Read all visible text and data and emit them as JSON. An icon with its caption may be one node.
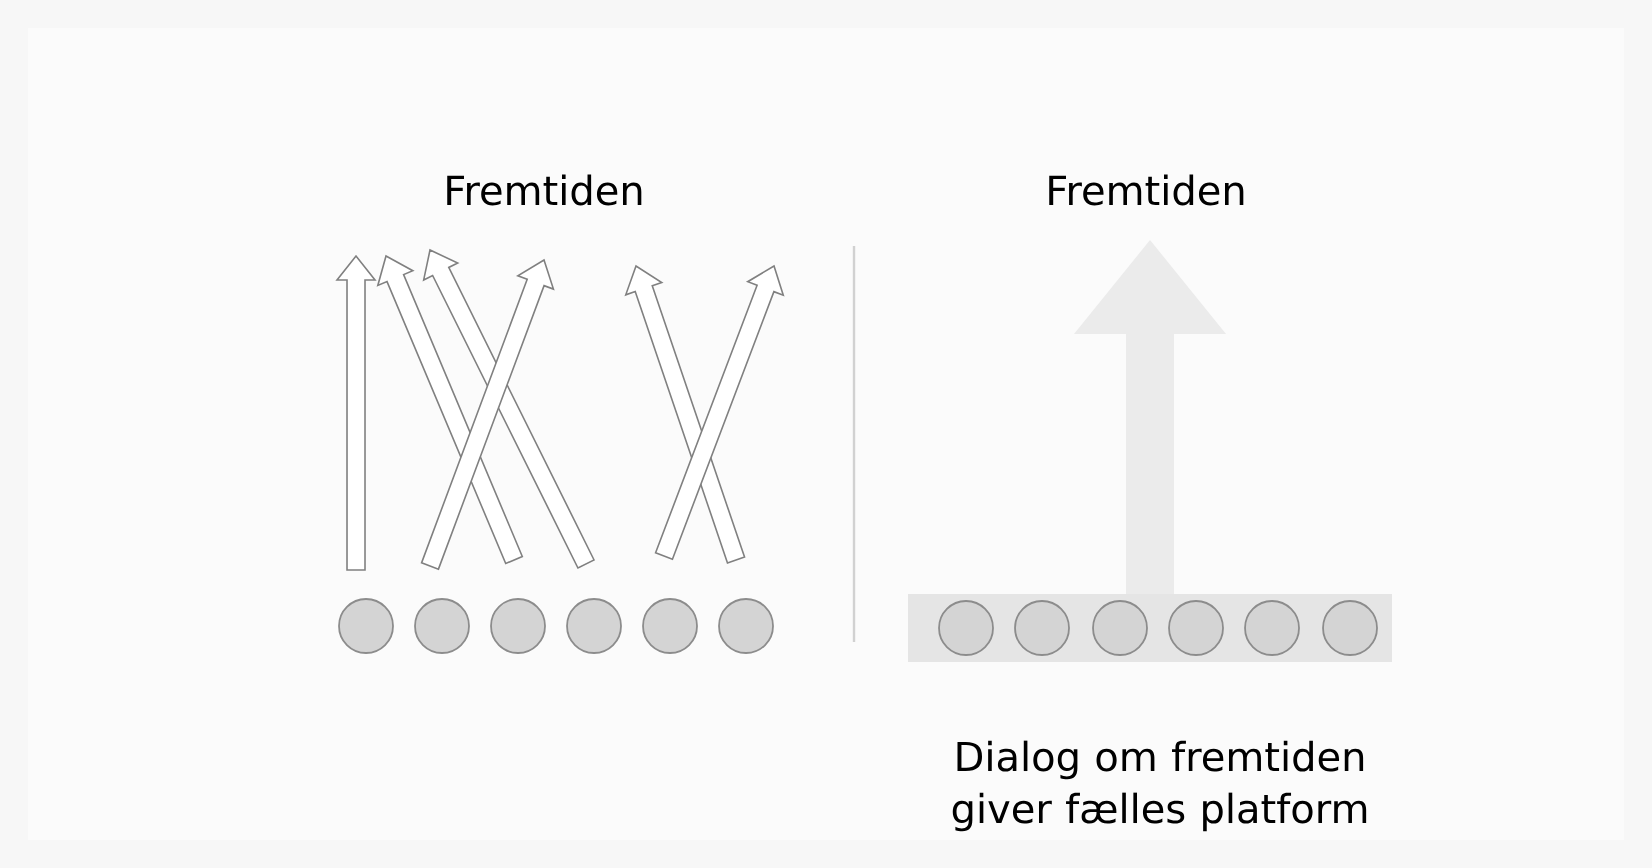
{
  "diagram": {
    "nodes": [
      {
        "text": [],
        "shape": "circle"
      },
      {
        "text": [],
        "shape": "circle"
      },
      {
        "text": [],
        "shape": "circle"
      },
      {
        "text": [],
        "shape": "circle"
      },
      {
        "text": [],
        "shape": "circle"
      },
      {
        "text": [],
        "shape": "circle"
      },
      {
        "text": [],
        "shape": "box"
      },
      {
        "text": [],
        "shape": "circle",
        "in": 6
      },
      {
        "text": [],
        "shape": "circle",
        "in": 6
      },
      {
        "text": [],
        "shape": "circle",
        "in": 6
      },
      {
        "text": [],
        "shape": "circle",
        "in": 6
      },
      {
        "text": [],
        "shape": "circle",
        "in": 6
      },
      {
        "text": [],
        "shape": "circle",
        "in": 6
      }
    ],
    "labels": [
      "Fremtiden",
      "Fremtiden",
      "Dialog om fremtiden giver fælles platform"
    ]
  }
}
